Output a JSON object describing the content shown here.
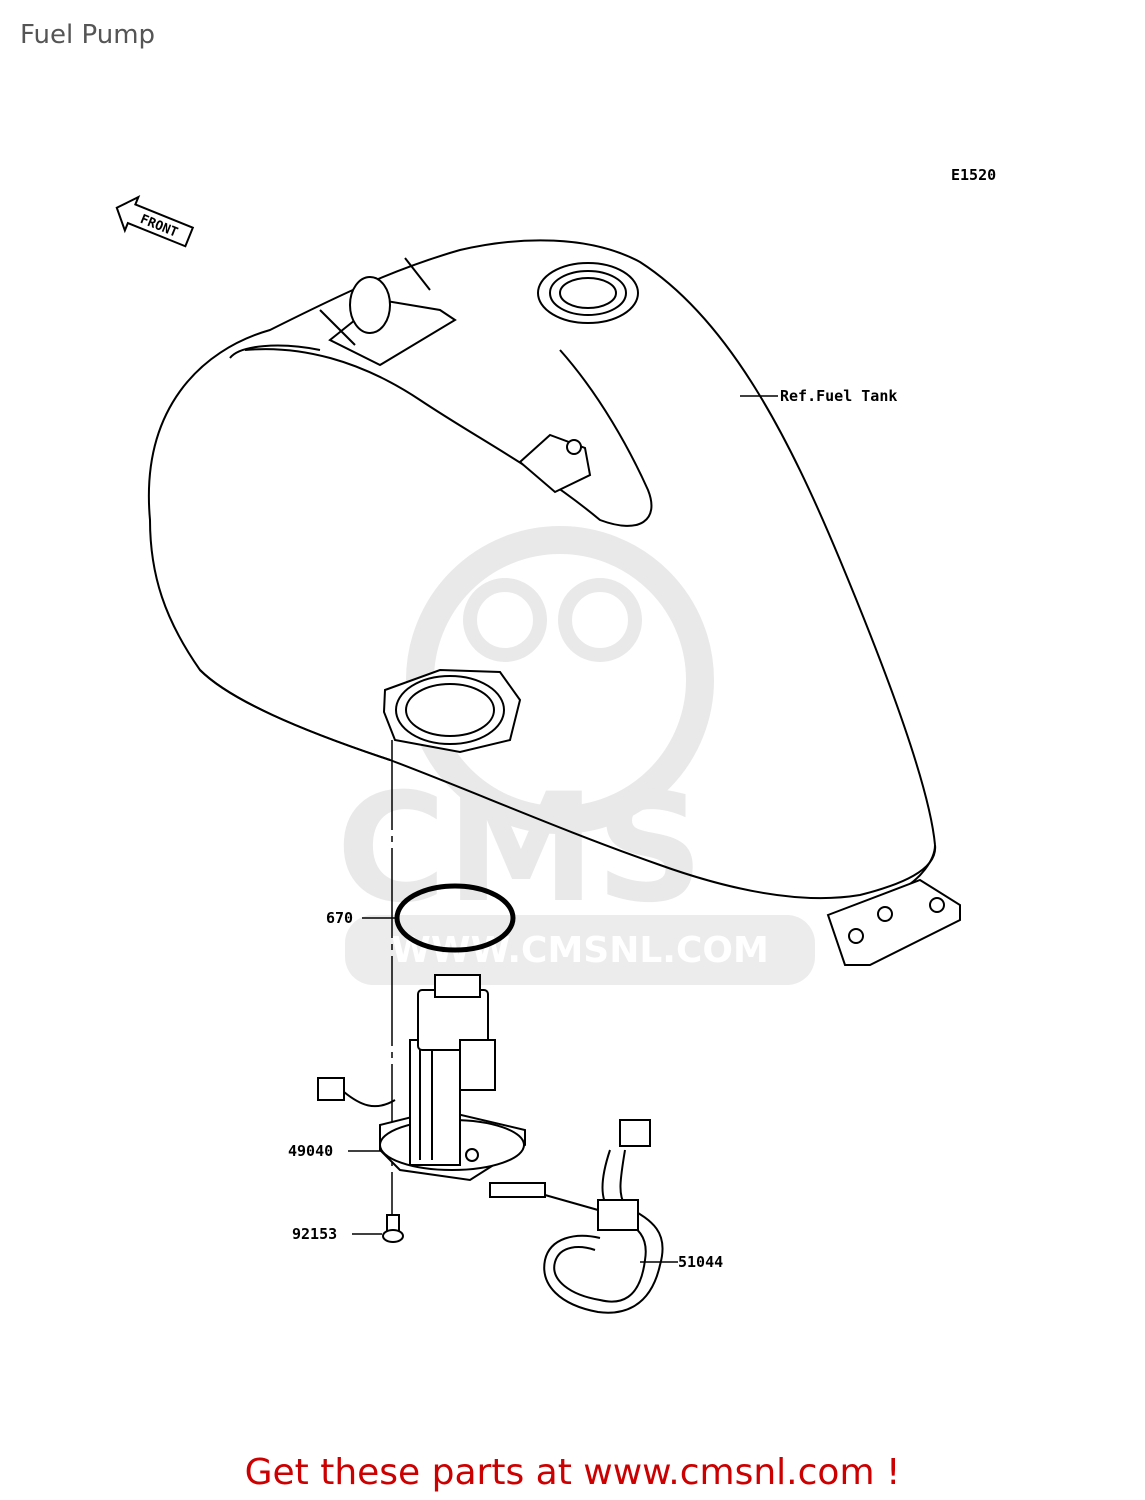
{
  "title": "Fuel Pump",
  "diagram_code": "E1520",
  "front_label": "FRONT",
  "parts": [
    {
      "id": "ref_tank",
      "label": "Ref.Fuel Tank"
    },
    {
      "id": "p670",
      "label": "670"
    },
    {
      "id": "p49040",
      "label": "49040"
    },
    {
      "id": "p92153",
      "label": "92153"
    },
    {
      "id": "p51044",
      "label": "51044"
    }
  ],
  "watermark": {
    "brand": "CMS",
    "url": "WWW.CMSNL.COM"
  },
  "footer": "Get these parts at www.cmsnl.com !"
}
